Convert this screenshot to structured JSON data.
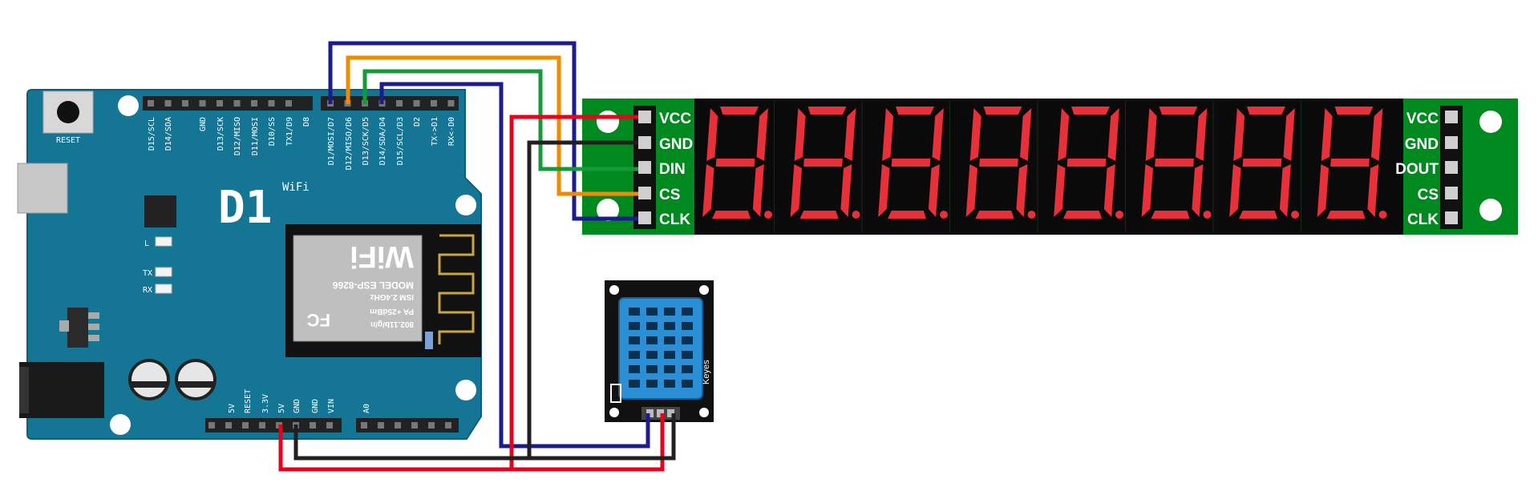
{
  "board": {
    "logo": "D1",
    "logo_sub": "WiFi",
    "reset_label": "RESET",
    "led_l": "L",
    "led_tx": "TX",
    "led_rx": "RX",
    "top_pins": [
      "D15/SCL",
      "D14/SDA",
      "GND",
      "D13/SCK",
      "D12/MISO",
      "D11/MOSI",
      "D10/SS",
      "TX1/D9",
      "D8",
      "D1/MOSI/D7",
      "D12/MISO/D6",
      "D13/SCK/D5",
      "D14/SDA/D4",
      "D15/SCL/D3",
      "D2",
      "TX->D1",
      "RX<-D0"
    ],
    "bottom_pins": [
      "5V",
      "RESET",
      "3.3V",
      "5V",
      "GND",
      "GND",
      "VIN",
      "A0"
    ],
    "module": {
      "fcc": "FC",
      "line1": "802.11b/g/n",
      "line2": "PA +25dBm",
      "line3": "ISM 2.4GHz",
      "line4": "MODEL ESP-8266",
      "brand": "WiFi"
    }
  },
  "display": {
    "left_pins": [
      "VCC",
      "GND",
      "DIN",
      "CS",
      "CLK"
    ],
    "right_pins": [
      "VCC",
      "GND",
      "DOUT",
      "CS",
      "CLK"
    ],
    "digit_count": 8,
    "segment_color": "#e8303a",
    "pcb_color": "#00891e"
  },
  "sensor": {
    "brand": "Keyes",
    "grid_color": "#2b8fd6"
  },
  "wire_colors": {
    "red": "#e8001c",
    "black": "#231f20",
    "blue": "#1c1c8f",
    "orange": "#f08a00",
    "green": "#159a3a"
  }
}
